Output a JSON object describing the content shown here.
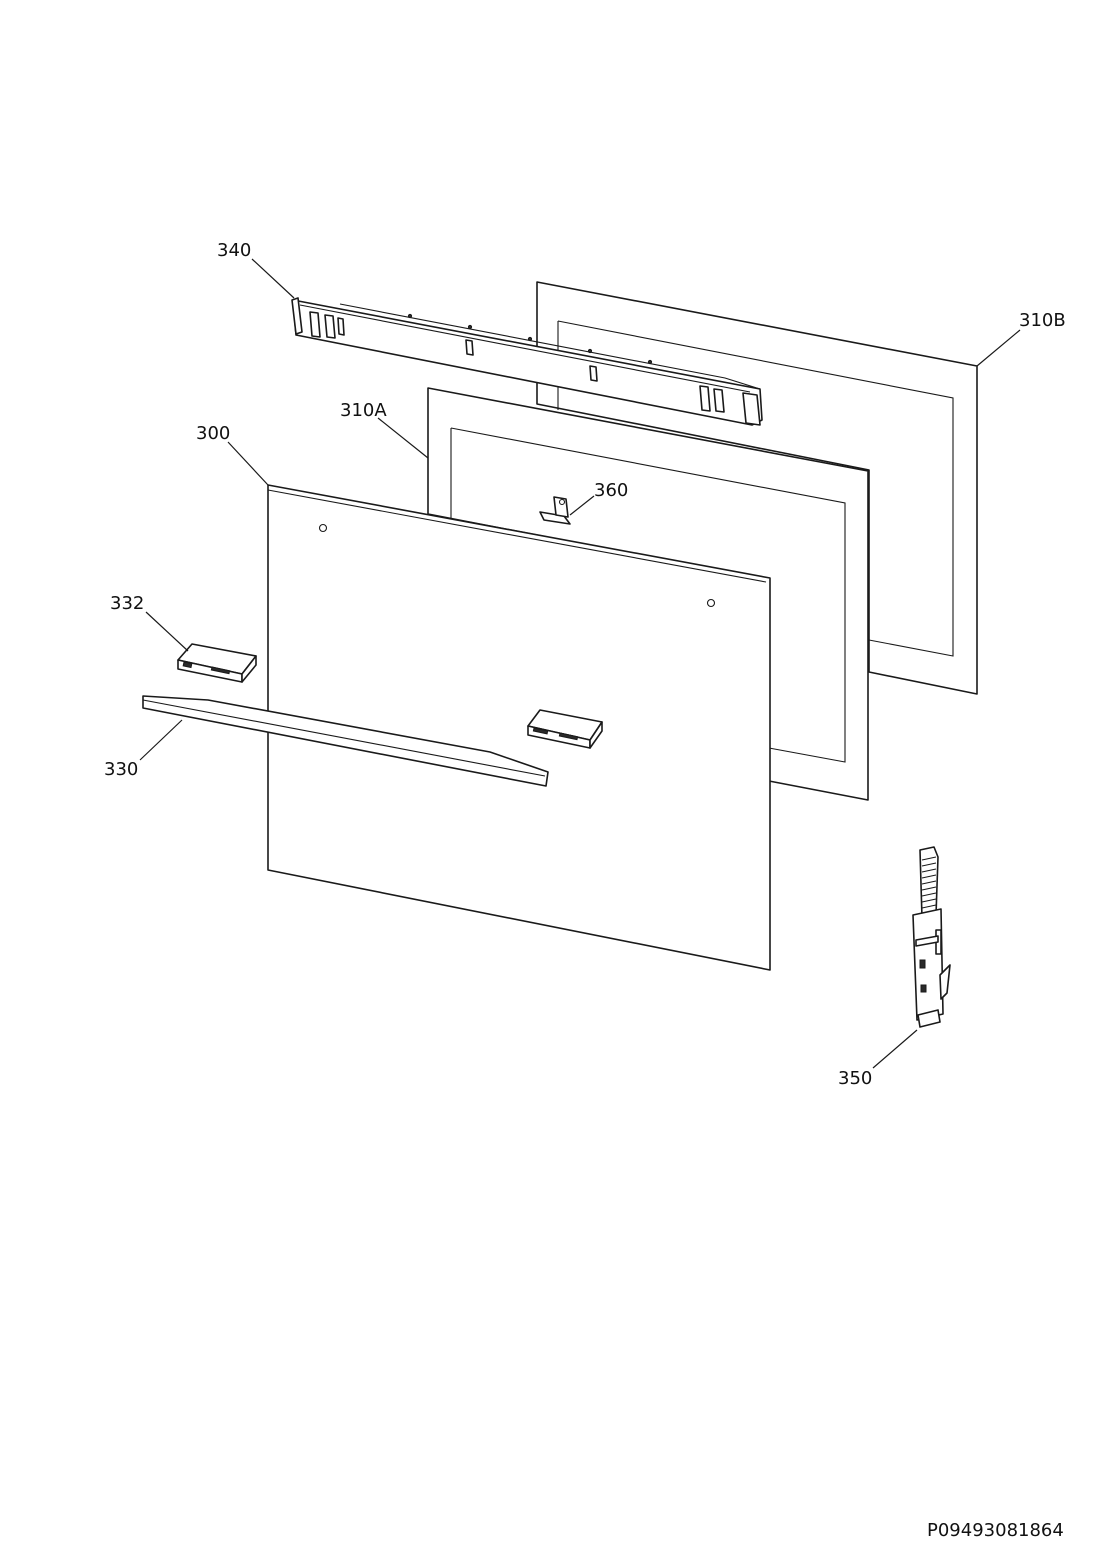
{
  "labels": {
    "l340": "340",
    "l310B": "310B",
    "l310A": "310A",
    "l300": "300",
    "l360": "360",
    "l332": "332",
    "l330": "330",
    "l350": "350"
  },
  "drawing_code": "P09493081864",
  "colors": {
    "line": "#1a1a1a",
    "background": "#ffffff"
  }
}
